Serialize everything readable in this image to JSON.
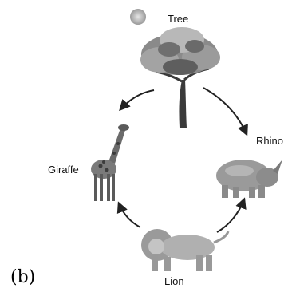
{
  "diagram": {
    "panel_label": "(b)",
    "nodes": {
      "tree": "Tree",
      "rhino": "Rhino",
      "lion": "Lion",
      "giraffe": "Giraffe"
    },
    "edges": [
      {
        "from": "Tree",
        "to": "Giraffe"
      },
      {
        "from": "Tree",
        "to": "Rhino"
      },
      {
        "from": "Lion",
        "to": "Giraffe"
      },
      {
        "from": "Lion",
        "to": "Rhino"
      }
    ]
  }
}
